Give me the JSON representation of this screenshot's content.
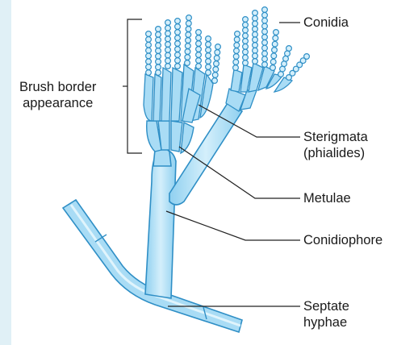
{
  "labels": {
    "brush_border": [
      "Brush border",
      "appearance"
    ],
    "conidia": "Conidia",
    "sterigmata": [
      "Sterigmata",
      "(phialides)"
    ],
    "metulae": "Metulae",
    "conidiophore": "Conidiophore",
    "septate_hyphae": [
      "Septate",
      "hyphae"
    ]
  },
  "colors": {
    "fill": "#a9dcf5",
    "fill_light": "#d4effb",
    "outline": "#2f8fc6",
    "leader": "#222222",
    "edge_tint": "#d8ecf4"
  }
}
